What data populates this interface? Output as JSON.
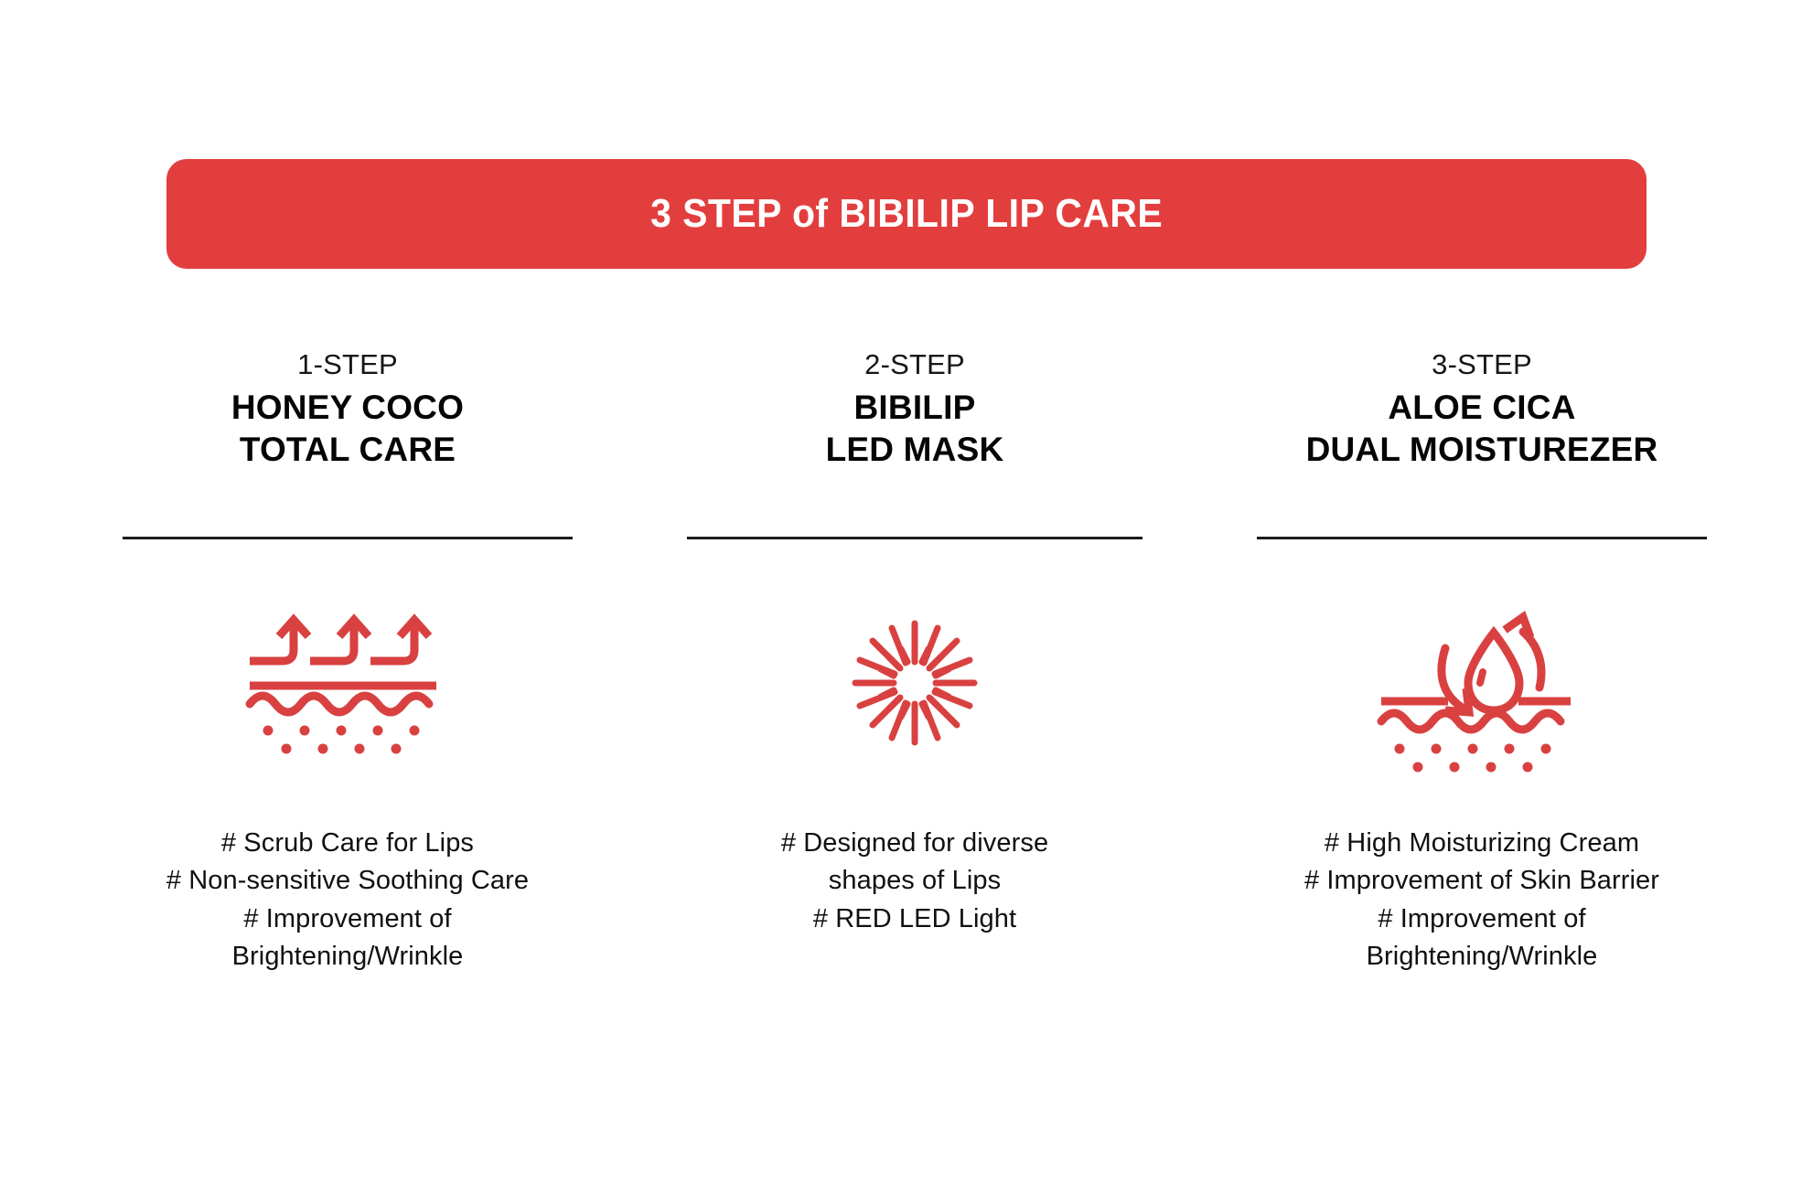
{
  "banner": {
    "title": "3 STEP of BIBILIP LIP CARE",
    "bg_color": "#e33e3e",
    "text_color": "#ffffff"
  },
  "accent_color": "#d94141",
  "divider_color": "#1b1b1b",
  "columns": [
    {
      "step": "1-STEP",
      "product": "HONEY COCO\nTOTAL CARE",
      "icon": "skin-absorption-arrows-icon",
      "bullets": "# Scrub Care for Lips\n# Non-sensitive Soothing Care\n# Improvement of\nBrightening/Wrinkle"
    },
    {
      "step": "2-STEP",
      "product": "BIBILIP\nLED MASK",
      "icon": "light-burst-icon",
      "bullets": "# Designed for diverse\nshapes of Lips\n#  RED LED Light"
    },
    {
      "step": "3-STEP",
      "product": "ALOE CICA\nDUAL MOISTUREZER",
      "icon": "moisture-droplet-skin-icon",
      "bullets": "# High Moisturizing Cream\n# Improvement of Skin Barrier\n# Improvement of\nBrightening/Wrinkle"
    }
  ]
}
